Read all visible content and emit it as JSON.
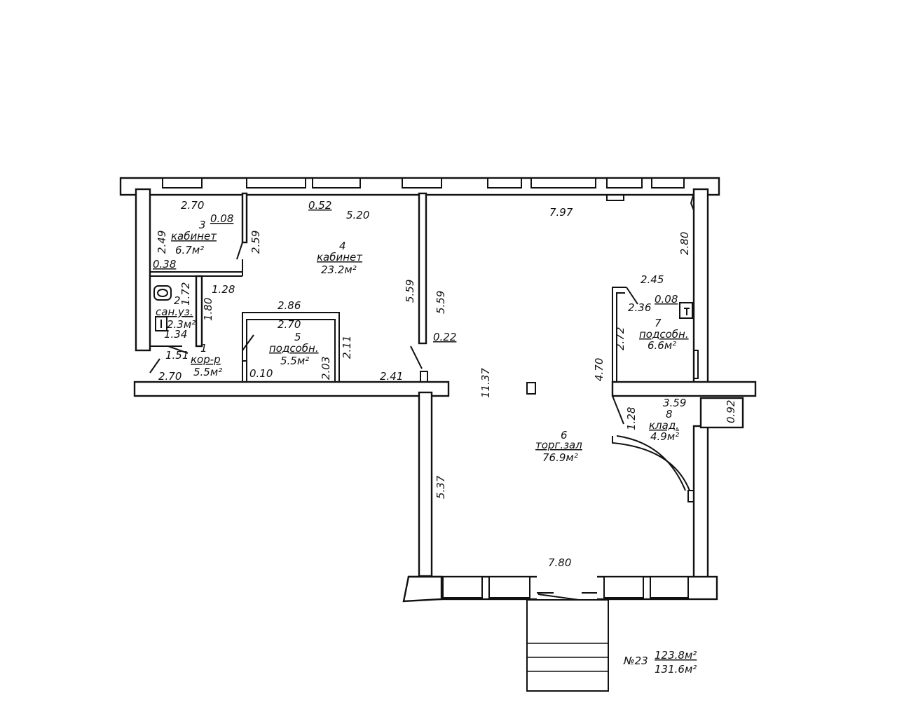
{
  "rooms": [
    {
      "number": "1",
      "name": "кор-р",
      "area": "5.5м²"
    },
    {
      "number": "2",
      "name": "сан.уз.",
      "area": "2.3м²"
    },
    {
      "number": "3",
      "name": "кабинет",
      "area": "6.7м²"
    },
    {
      "number": "4",
      "name": "кабинет",
      "area": "23.2м²"
    },
    {
      "number": "5",
      "name": "подсобн.",
      "area": "5.5м²"
    },
    {
      "number": "6",
      "name": "торг.зал",
      "area": "76.9м²"
    },
    {
      "number": "7",
      "name": "подсобн.",
      "area": "6.6м²"
    },
    {
      "number": "8",
      "name": "клад.",
      "area": "4.9м²"
    }
  ],
  "dimensions": {
    "d_270_top": "2.70",
    "d_008_a": "0.08",
    "d_052": "0.52",
    "d_520": "5.20",
    "d_797": "7.97",
    "d_249": "2.49",
    "d_259": "2.59",
    "d_038": "0.38",
    "d_128_a": "1.28",
    "d_172": "1.72",
    "d_180": "1.80",
    "d_134": "1.34",
    "d_151": "1.51",
    "d_270_bot": "2.70",
    "d_286": "2.86",
    "d_270_mid": "2.70",
    "d_211": "2.11",
    "d_203": "2.03",
    "d_010": "0.10",
    "d_241": "2.41",
    "d_559_a": "5.59",
    "d_559_b": "5.59",
    "d_022": "0.22",
    "d_1137": "11.37",
    "d_280": "2.80",
    "d_245": "2.45",
    "d_236": "2.36",
    "d_008_b": "0.08",
    "d_272": "2.72",
    "d_470": "4.70",
    "d_359": "3.59",
    "d_092": "0.92",
    "d_128_b": "1.28",
    "d_537": "5.37",
    "d_780": "7.80"
  },
  "summary": {
    "label": "№23",
    "area_living": "123.8м²",
    "area_total": "131.6м²"
  }
}
